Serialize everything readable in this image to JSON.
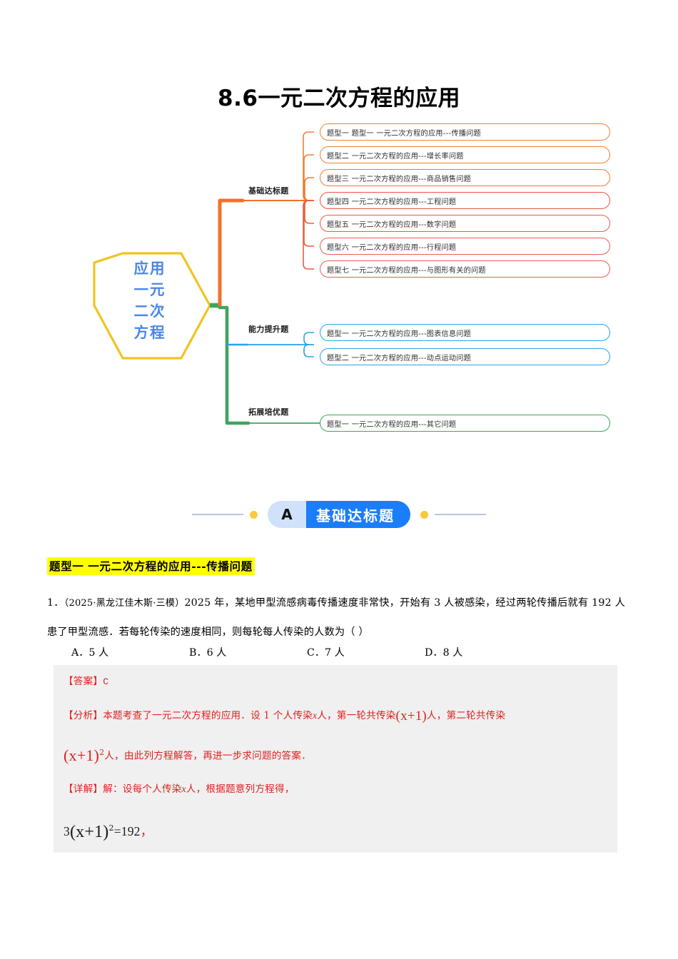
{
  "document": {
    "title": "8.6一元二次方程的应用"
  },
  "mindmap": {
    "center_node": {
      "lines": [
        "应用",
        "一元",
        "二次",
        "方程"
      ],
      "border_color": "#f0c420",
      "text_color": "#4a86e8"
    },
    "branches": [
      {
        "label": "基础达标题",
        "color": "#f4702a",
        "items": [
          "题型一 题型一 一元二次方程的应用---传播问题",
          "题型二  一元二次方程的应用---增长率问题",
          "题型三  一元二次方程的应用---商品销售问题",
          "题型四  一元二次方程的应用---工程问题",
          "题型五  一元二次方程的应用---数字问题",
          "题型六  一元二次方程的应用---行程问题",
          "题型七  一元二次方程的应用---与图形有关的问题"
        ]
      },
      {
        "label": "能力提升题",
        "color": "#29a3e8",
        "items": [
          "题型一 一元二次方程的应用---图表信息问题",
          "题型二 一元二次方程的应用---动点运动问题"
        ]
      },
      {
        "label": "拓展培优题",
        "color": "#3ea55c",
        "items": [
          "题型一 一元二次方程的应用---其它问题"
        ]
      }
    ]
  },
  "section_badge": {
    "letter": "A",
    "label": "基础达标题",
    "letter_bg": "#cfe2fa",
    "label_bg": "#1a7dfa",
    "dot_color": "#fbc83f",
    "line_color": "#b8c4e6"
  },
  "section": {
    "heading": "题型一  一元二次方程的应用---传播问题",
    "heading_highlight": "#ffff00"
  },
  "question": {
    "number": "1．",
    "source": "（2025·黑龙江佳木斯·三模）",
    "body_part1": "2025 年，某地甲型流感病毒传播速度非常快，开始有 3 人被感染，经过两轮传播后就有 192 人患了甲型流感．若每轮传染的速度相同，则每轮每人传染的人数为（  ）",
    "options": [
      "A．5 人",
      "B．6 人",
      "C．7 人",
      "D．8 人"
    ]
  },
  "answer": {
    "answer_tag": "【答案】",
    "answer_value": "C",
    "analysis_tag": "【分析】",
    "analysis_text_1": "本题考查了一元二次方程的应用．设 1 个人传染",
    "analysis_var_1": "x",
    "analysis_text_2": "人，第一轮共传染",
    "analysis_expr_1": "(x+1)",
    "analysis_text_3": "人，第二轮共传染",
    "analysis_expr_2": "(x+1)",
    "analysis_expr_2_sup": "2",
    "analysis_text_4": "人，由此列方程解答，再进一步求问题的答案．",
    "detail_tag": "【详解】",
    "detail_text_1": "解：设每个人传染",
    "detail_var_1": "x",
    "detail_text_2": "人，根据题意列方程得，",
    "equation_coef": "3",
    "equation_expr": "(x+1)",
    "equation_sup": "2",
    "equation_rest": "=192",
    "equation_comma": "，",
    "background": "#f0f0f0",
    "text_color": "#e02020"
  }
}
